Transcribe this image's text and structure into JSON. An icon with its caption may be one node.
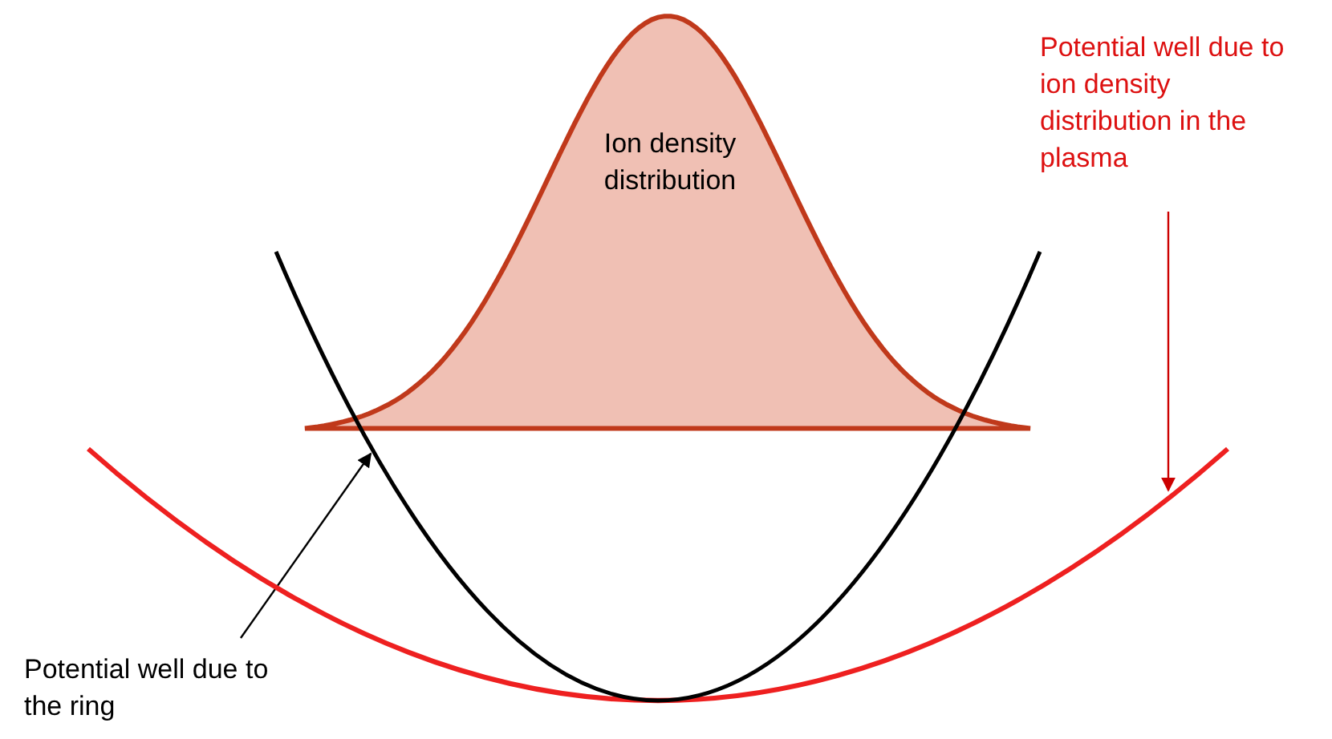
{
  "diagram": {
    "nodes": [
      {
        "text": [
          "Ion density distribution"
        ]
      },
      {
        "text": [
          "Potential well due to ion density distribution in the plasma"
        ]
      },
      {
        "text": [],
        "shape": "curve"
      },
      {
        "text": [
          "Potential well due to the ring"
        ]
      },
      {
        "text": [],
        "shape": "curve"
      }
    ],
    "edges": [
      {
        "from": 1,
        "to": 2,
        "arrow": "to",
        "color": "#cc0000"
      },
      {
        "from": 3,
        "to": 4,
        "arrow": "to",
        "color": "#000000"
      }
    ]
  }
}
